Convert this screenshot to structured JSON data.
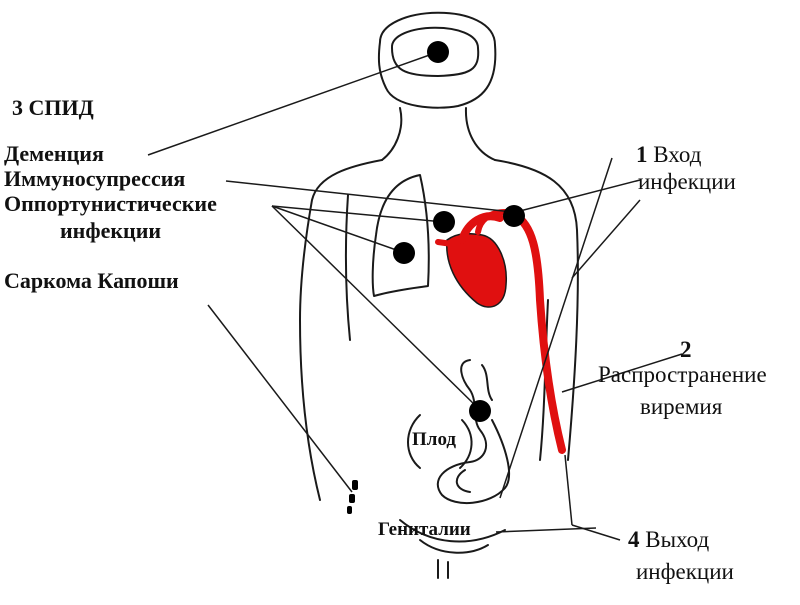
{
  "colors": {
    "outline": "#1a1a1a",
    "blood": "#e01010",
    "focus": "#000000",
    "text": "#111111"
  },
  "stages": {
    "aids": {
      "number": "3",
      "label": "СПИД"
    },
    "entry": {
      "number": "1",
      "line1": "Вход",
      "line2": "инфекции"
    },
    "spread": {
      "number": "2",
      "line1": "Распространение",
      "line2": "виремия"
    },
    "exit": {
      "number": "4",
      "line1": "Выход",
      "line2": "инфекции"
    }
  },
  "conditions": {
    "dementia": "Деменция",
    "immunosuppression": "Иммуносупрессия",
    "opportunistic_line1": "Оппортунистические",
    "opportunistic_line2": "инфекции",
    "kaposi": "Саркома Капоши"
  },
  "organs": {
    "fetus": "Плод",
    "genitals": "Гениталии"
  },
  "icons": {
    "focus_marker": "filled-black-circle",
    "heart": "heart-icon",
    "lesion": "kaposi-lesion-icon"
  }
}
